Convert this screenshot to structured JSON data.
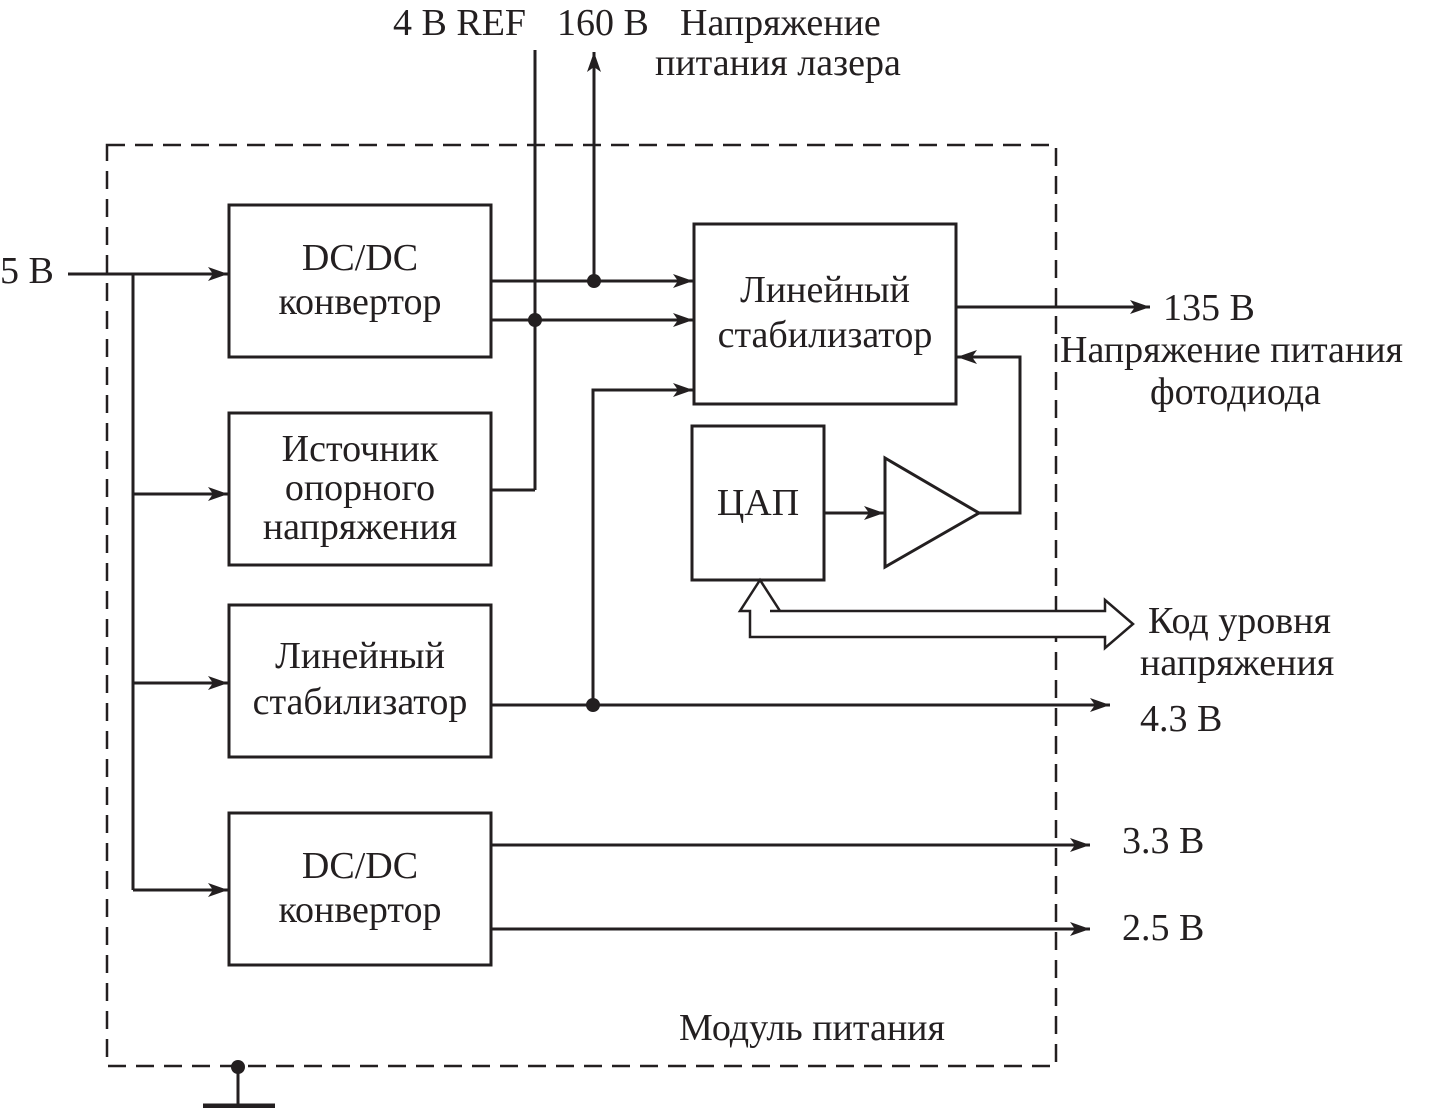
{
  "diagram": {
    "module_label": "Модуль питания",
    "input_label": "5 В",
    "top_labels": {
      "ref": "4 В REF",
      "laser_voltage": "160 В",
      "laser_caption_line1": "Напряжение",
      "laser_caption_line2": "питания лазера"
    },
    "blocks": {
      "dcdc1": {
        "line1": "DC/DC",
        "line2": "конвертор"
      },
      "ref_source": {
        "line1": "Источник",
        "line2": "опорного",
        "line3": "напряжения"
      },
      "lin_stab_left": {
        "line1": "Линейный",
        "line2": "стабилизатор"
      },
      "dcdc2": {
        "line1": "DC/DC",
        "line2": "конвертор"
      },
      "lin_stab_right": {
        "line1": "Линейный",
        "line2": "стабилизатор"
      },
      "dac": {
        "line1": "ЦАП"
      }
    },
    "outputs": {
      "photodiode_voltage": "135 В",
      "photodiode_caption_line1": "Напряжение питания",
      "photodiode_caption_line2": "фотодиода",
      "code_line1": "Код уровня",
      "code_line2": "напряжения",
      "v43": "4.3 В",
      "v33": "3.3 В",
      "v25": "2.5 В"
    }
  }
}
